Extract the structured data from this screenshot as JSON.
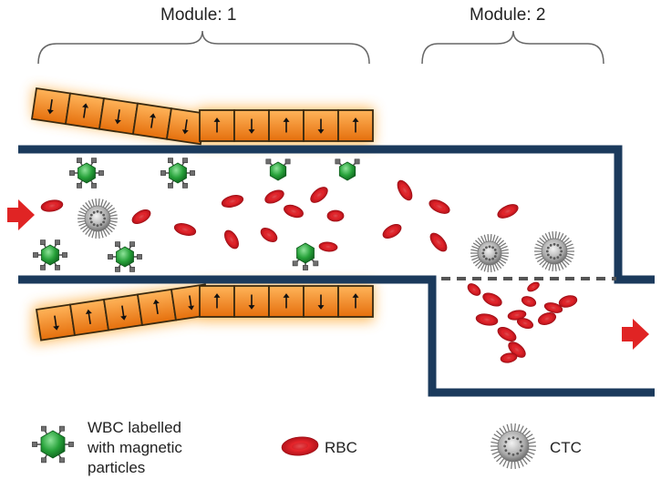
{
  "modules": {
    "module1": "Module: 1",
    "module2": "Module: 2"
  },
  "magnets": {
    "top_row": [
      "down",
      "up",
      "down",
      "up",
      "down",
      "up",
      "down",
      "up",
      "down",
      "up"
    ],
    "bottom_row": [
      "down",
      "up",
      "down",
      "up",
      "down",
      "up",
      "down",
      "up",
      "down",
      "up"
    ]
  },
  "legend": {
    "wbc": "WBC labelled with magnetic particles",
    "rbc": "RBC",
    "ctc": "CTC"
  },
  "colors": {
    "channel_wall": "#1b3a5c",
    "magnet_fill": "#f0881e",
    "magnet_glow": "#ffb24a",
    "flow_arrow": "#e02424",
    "rbc": "#e8262c",
    "wbc": "#27a23a",
    "ctc": "#9a9a9a"
  },
  "icons": {
    "flow_in": "right-arrow-icon",
    "flow_out": "right-arrow-icon",
    "magnet_up": "up-arrow-icon",
    "magnet_down": "down-arrow-icon"
  }
}
